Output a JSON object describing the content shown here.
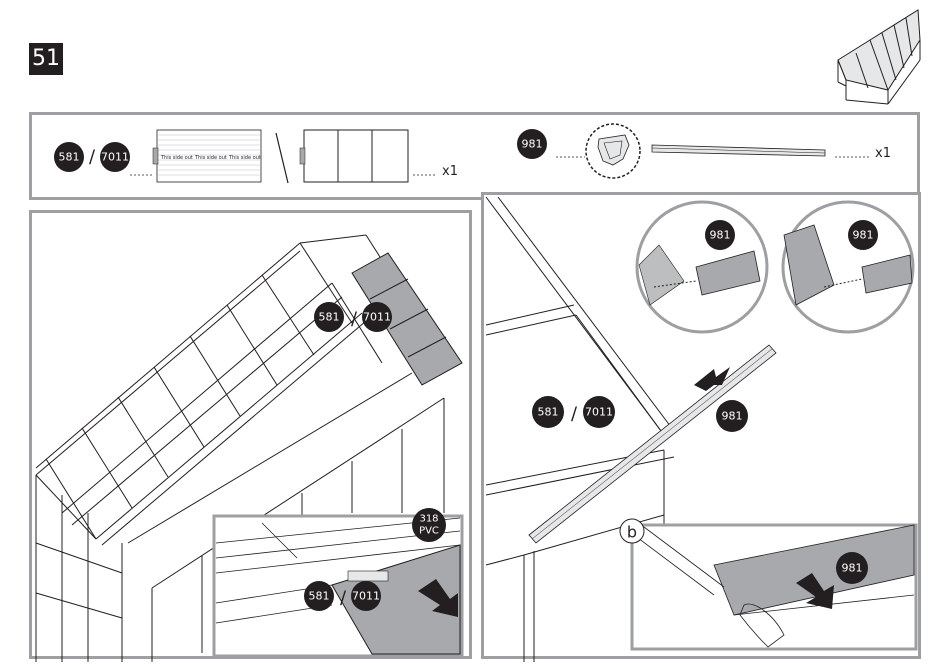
{
  "step_number": "51",
  "parts": {
    "panel_a": "581",
    "panel_b": "7011",
    "panel_side_label": "This side out",
    "qty_panels": "x1",
    "strip": "981",
    "qty_strip": "x1"
  },
  "detail": {
    "cap_top": "318",
    "cap_bottom": "PVC",
    "step_letter": "b"
  },
  "colors": {
    "badge": "#231f20",
    "border": "#9d9fa2",
    "panel_fill": "#a7a9ac",
    "line": "#231f20"
  }
}
